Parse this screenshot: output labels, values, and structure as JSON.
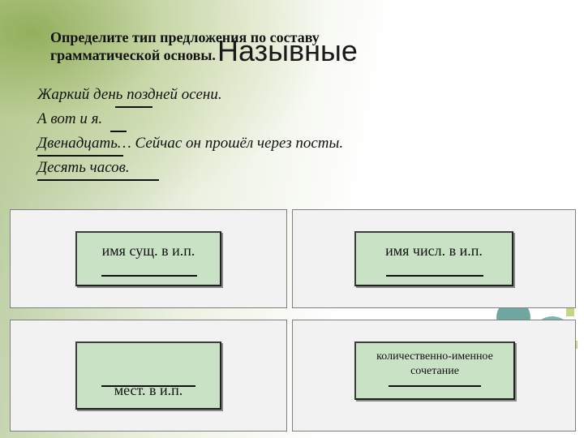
{
  "title": "Определите тип предложения по составу грамматической основы.",
  "overlay_word": "Назывные",
  "sentences": [
    "Жаркий день поздней осени.",
    "А вот и я.",
    "Двенадцать… Сейчас он прошёл через посты.",
    "Десять часов."
  ],
  "cards": [
    {
      "label": "имя сущ. в и.п."
    },
    {
      "label": "имя числ. в и.п."
    },
    {
      "label": "мест. в и.п."
    },
    {
      "label": "количественно-именное сочетание"
    }
  ],
  "colors": {
    "background_accent": "#8aaa50",
    "card_fill": "#c9e2c6",
    "deco_teal": "#4f8a80",
    "deco_grid": "#cfe0a0"
  }
}
